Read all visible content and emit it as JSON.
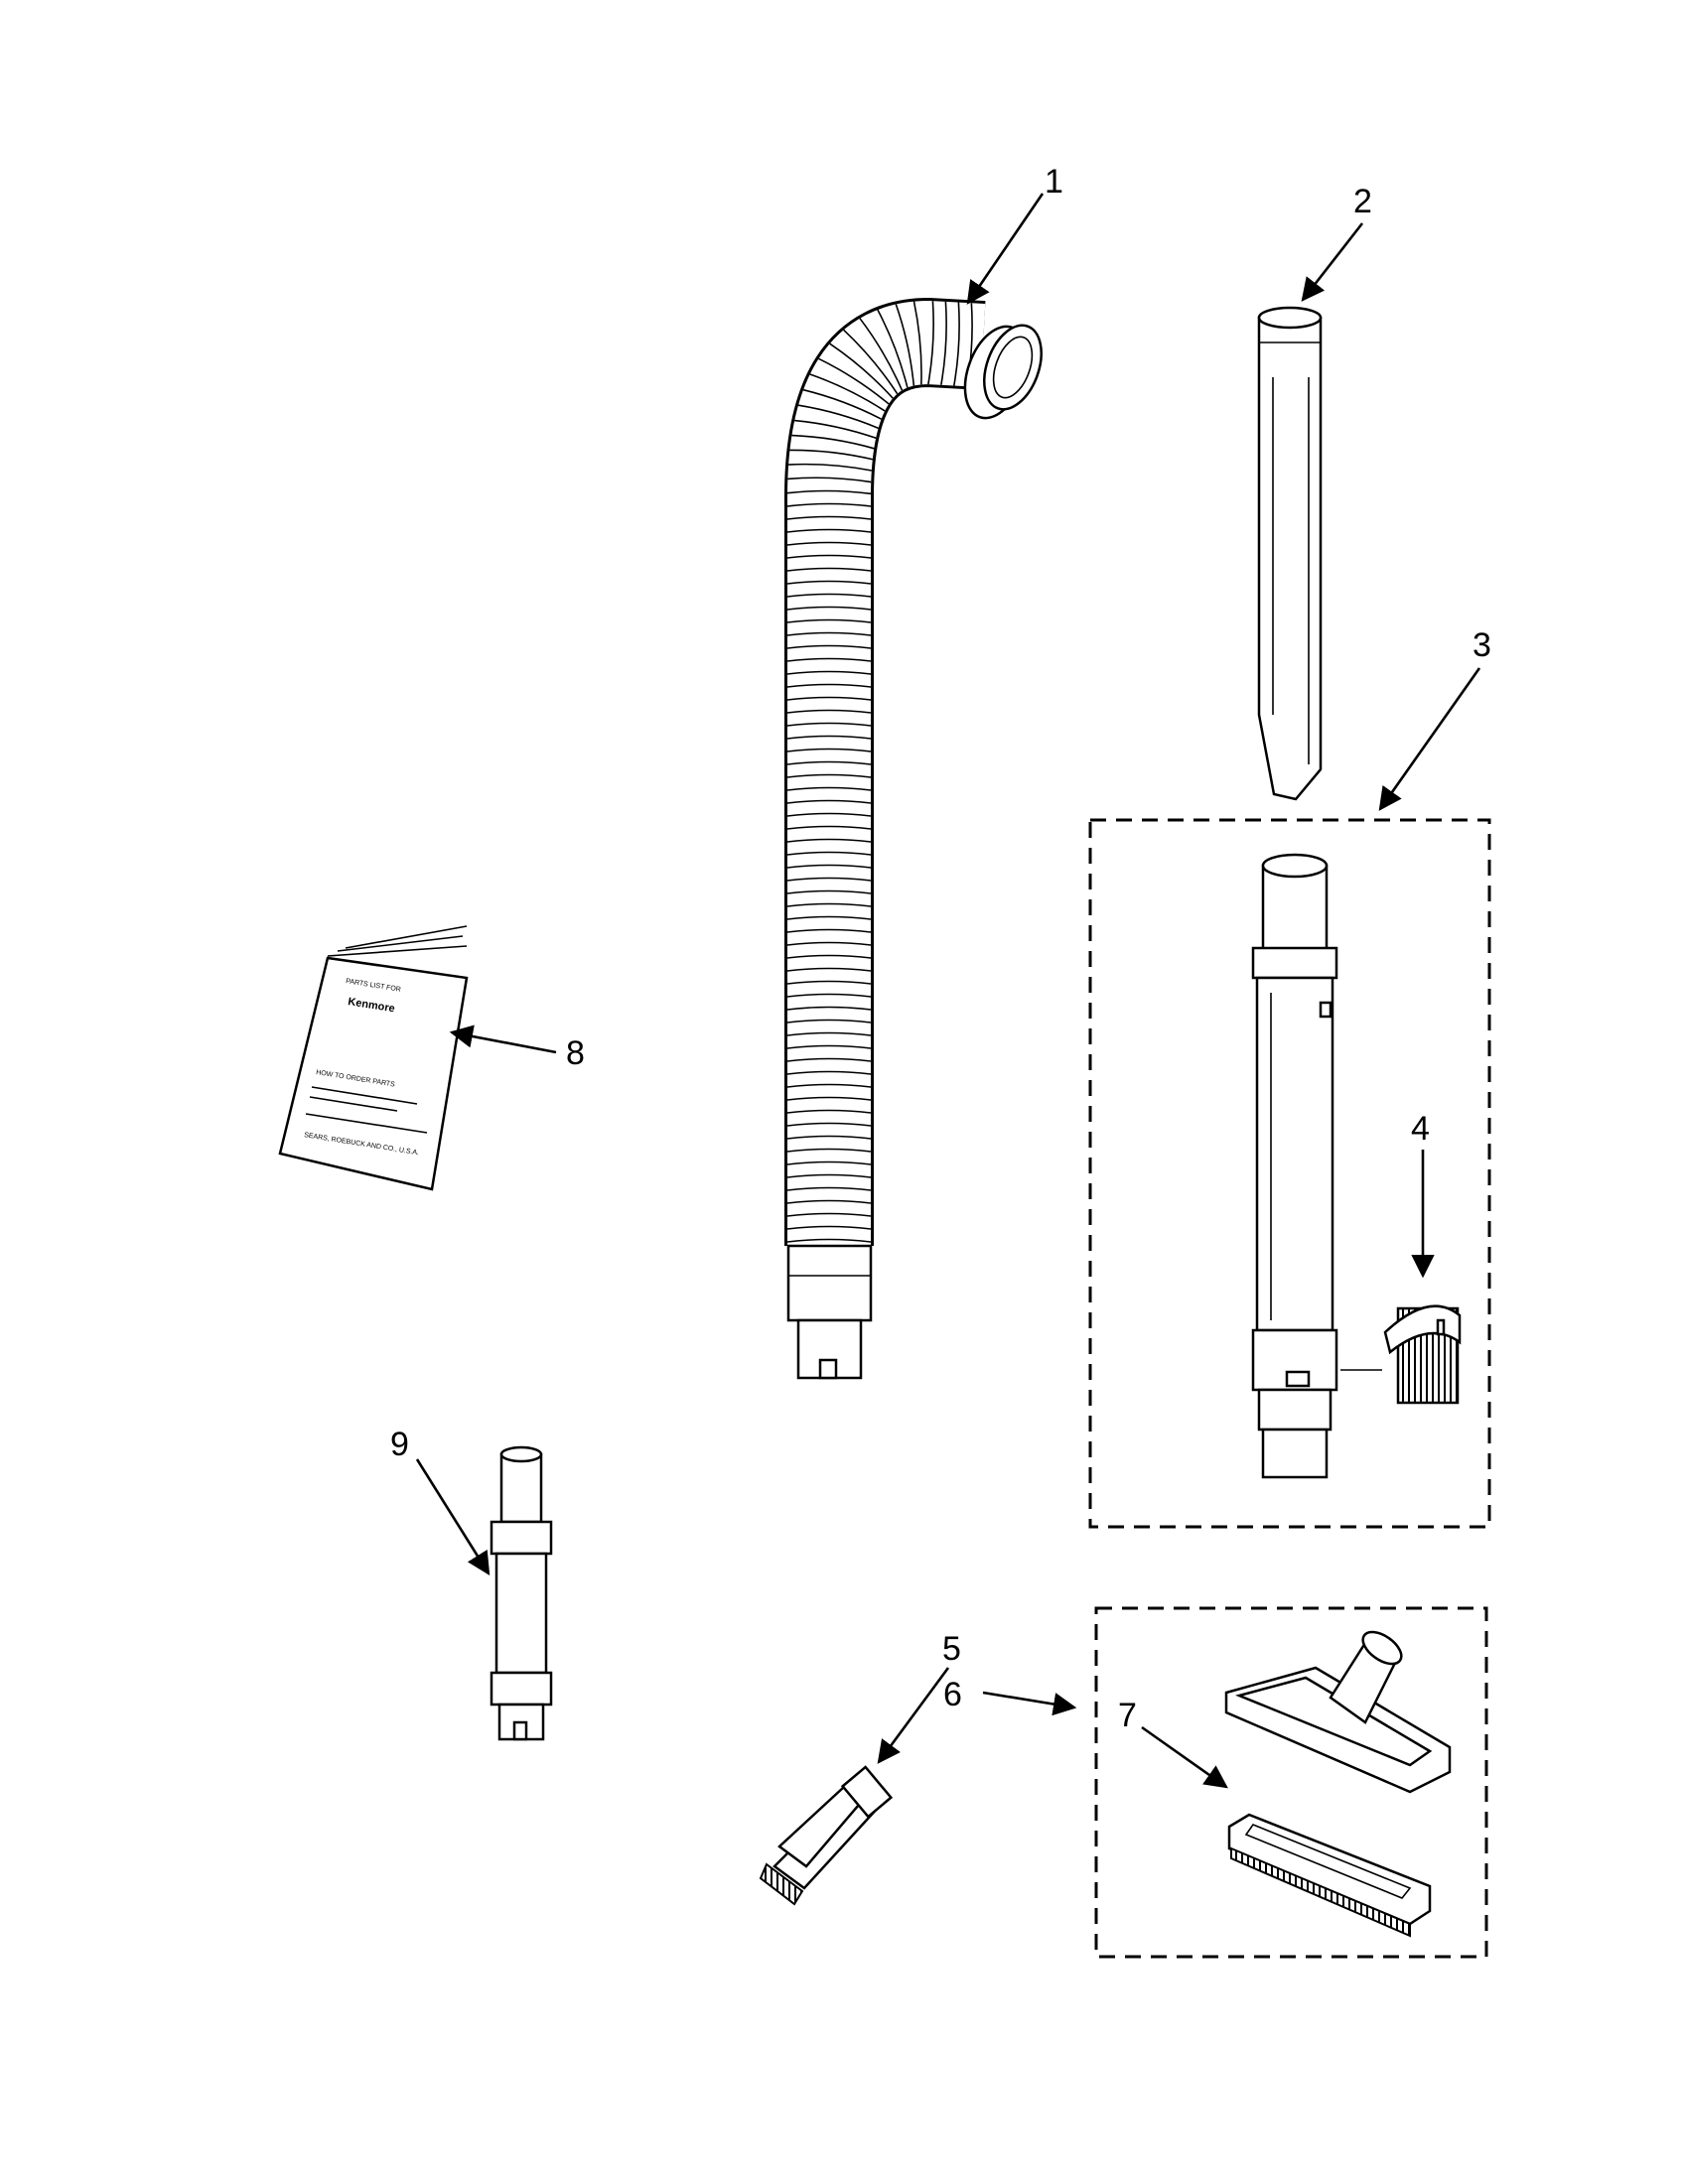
{
  "callouts": [
    {
      "id": "1",
      "label": "1",
      "part": "hose"
    },
    {
      "id": "2",
      "label": "2",
      "part": "crevice-tool"
    },
    {
      "id": "3",
      "label": "3",
      "part": "wand-assembly"
    },
    {
      "id": "4",
      "label": "4",
      "part": "wand-clip"
    },
    {
      "id": "5",
      "label": "5",
      "part": "dusting-brush"
    },
    {
      "id": "6",
      "label": "6",
      "part": "floor-tool-kit"
    },
    {
      "id": "7",
      "label": "7",
      "part": "brush-insert"
    },
    {
      "id": "8",
      "label": "8",
      "part": "parts-list-booklet"
    },
    {
      "id": "9",
      "label": "9",
      "part": "extension-hose"
    }
  ],
  "booklet": {
    "header": "PARTS LIST FOR",
    "brand": "Kenmore",
    "section": "HOW TO ORDER PARTS",
    "footer": "SEARS, ROEBUCK AND CO., U.S.A."
  },
  "colors": {
    "line": "#000000",
    "background": "#ffffff"
  }
}
